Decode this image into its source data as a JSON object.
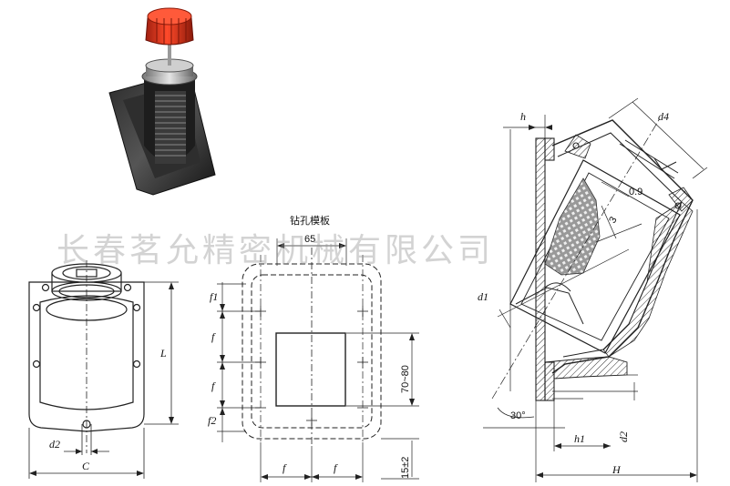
{
  "watermark": "长春茗允精密机械有限公司",
  "template": {
    "title": "钻孔模板",
    "dim_top": "65",
    "f1": "f1",
    "f_a": "f",
    "f_b": "f",
    "f2": "f2",
    "range": "70~80",
    "bottom_dim": "15±2",
    "f_bottom_left": "f",
    "f_bottom_right": "f"
  },
  "front_view": {
    "L": "L",
    "d2": "d2",
    "C": "C"
  },
  "section_view": {
    "h": "h",
    "d4": "d4",
    "d1": "d1",
    "v09": "0.9",
    "v3": "3",
    "angle": "30°",
    "h1": "h1",
    "d2": "d2",
    "H": "H"
  }
}
